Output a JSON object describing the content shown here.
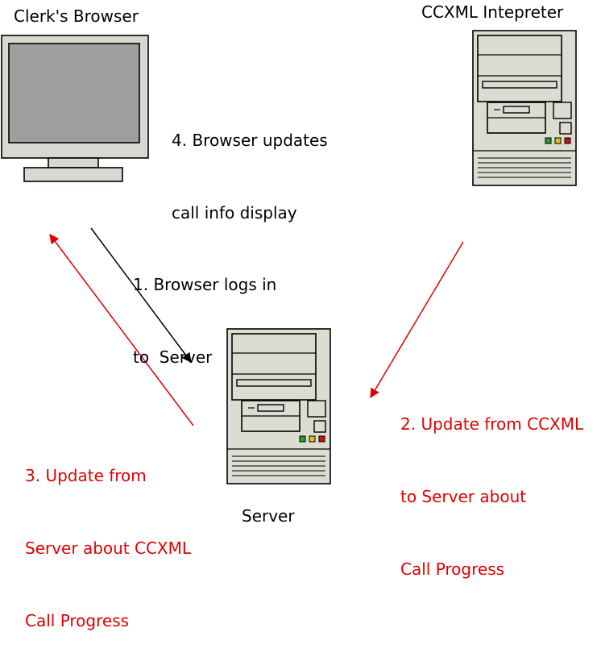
{
  "nodes": {
    "clerk_browser": "Clerk's Browser",
    "ccxml_interpreter": "CCXML Intepreter",
    "server": "Server"
  },
  "steps": {
    "step1": [
      "1. Browser logs in",
      "to  Server"
    ],
    "step2": [
      "2. Update from CCXML",
      "to Server about",
      "Call Progress"
    ],
    "step3": [
      "3. Update from",
      "Server about CCXML",
      "Call Progress"
    ],
    "step4": [
      "4. Browser updates",
      "call info display"
    ]
  },
  "colors": {
    "black_arrow": "#000000",
    "red_arrow": "#e00000",
    "case_fill": "#dcdcd2",
    "screen_fill": "#9e9e9e",
    "led_green": "#2a9d2a",
    "led_yellow": "#d8c020",
    "led_red": "#cc1111"
  },
  "icons": [
    "monitor-icon",
    "tower-computer-icon"
  ]
}
